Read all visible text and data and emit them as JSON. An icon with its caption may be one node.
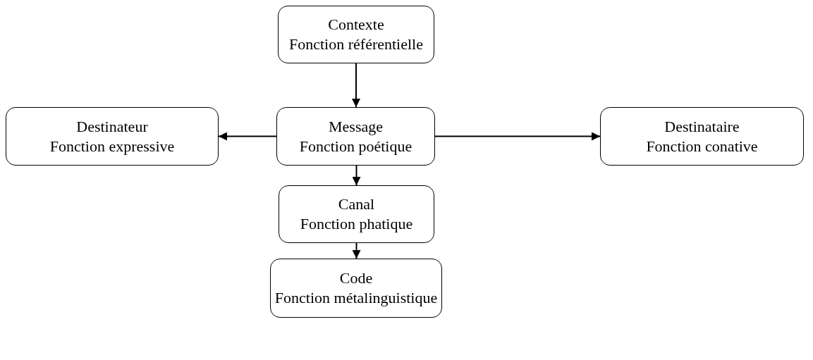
{
  "diagram": {
    "nodes": [
      {
        "text": [
          "Contexte",
          "Fonction référentielle"
        ]
      },
      {
        "text": [
          "Message",
          "Fonction poétique"
        ]
      },
      {
        "text": [
          "Destinateur",
          "Fonction expressive"
        ]
      },
      {
        "text": [
          "Destinataire",
          "Fonction conative"
        ]
      },
      {
        "text": [
          "Canal",
          "Fonction phatique"
        ]
      },
      {
        "text": [
          "Code",
          "Fonction métalinguistique"
        ]
      }
    ],
    "edges": [
      {
        "from": 0,
        "to": 1,
        "arrow": "to"
      },
      {
        "from": 1,
        "to": 2,
        "arrow": "to"
      },
      {
        "from": 1,
        "to": 3,
        "arrow": "to"
      },
      {
        "from": 1,
        "to": 4,
        "arrow": "to"
      },
      {
        "from": 4,
        "to": 5,
        "arrow": "to"
      }
    ]
  }
}
